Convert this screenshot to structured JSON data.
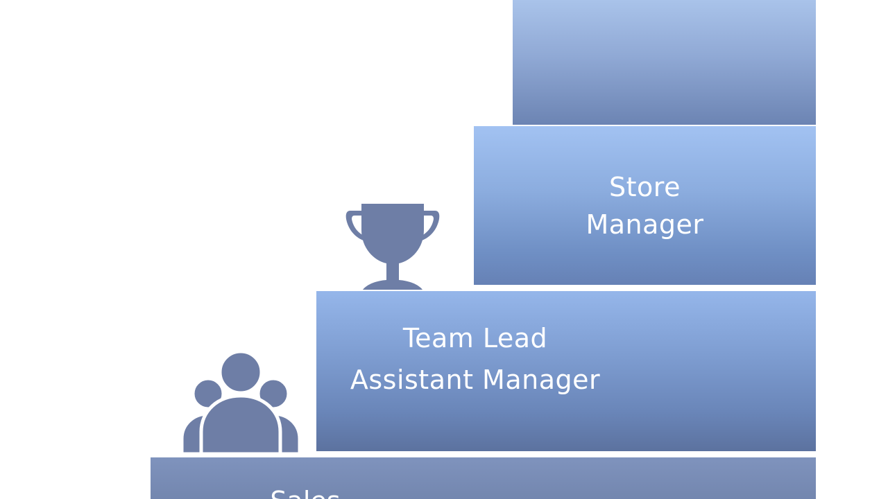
{
  "steps": {
    "store_manager": {
      "line1": "Store",
      "line2": "Manager"
    },
    "team": {
      "line1": "Team Lead",
      "line2": "Assistant Manager"
    },
    "sales": {
      "label": "Sales"
    }
  },
  "icons": {
    "trophy": "trophy-icon",
    "people": "people-group-icon"
  },
  "colors": {
    "step_light": "#a7c4ee",
    "step_dark": "#61769f",
    "icon_fill": "#6e7ea6",
    "text": "#ffffff"
  }
}
